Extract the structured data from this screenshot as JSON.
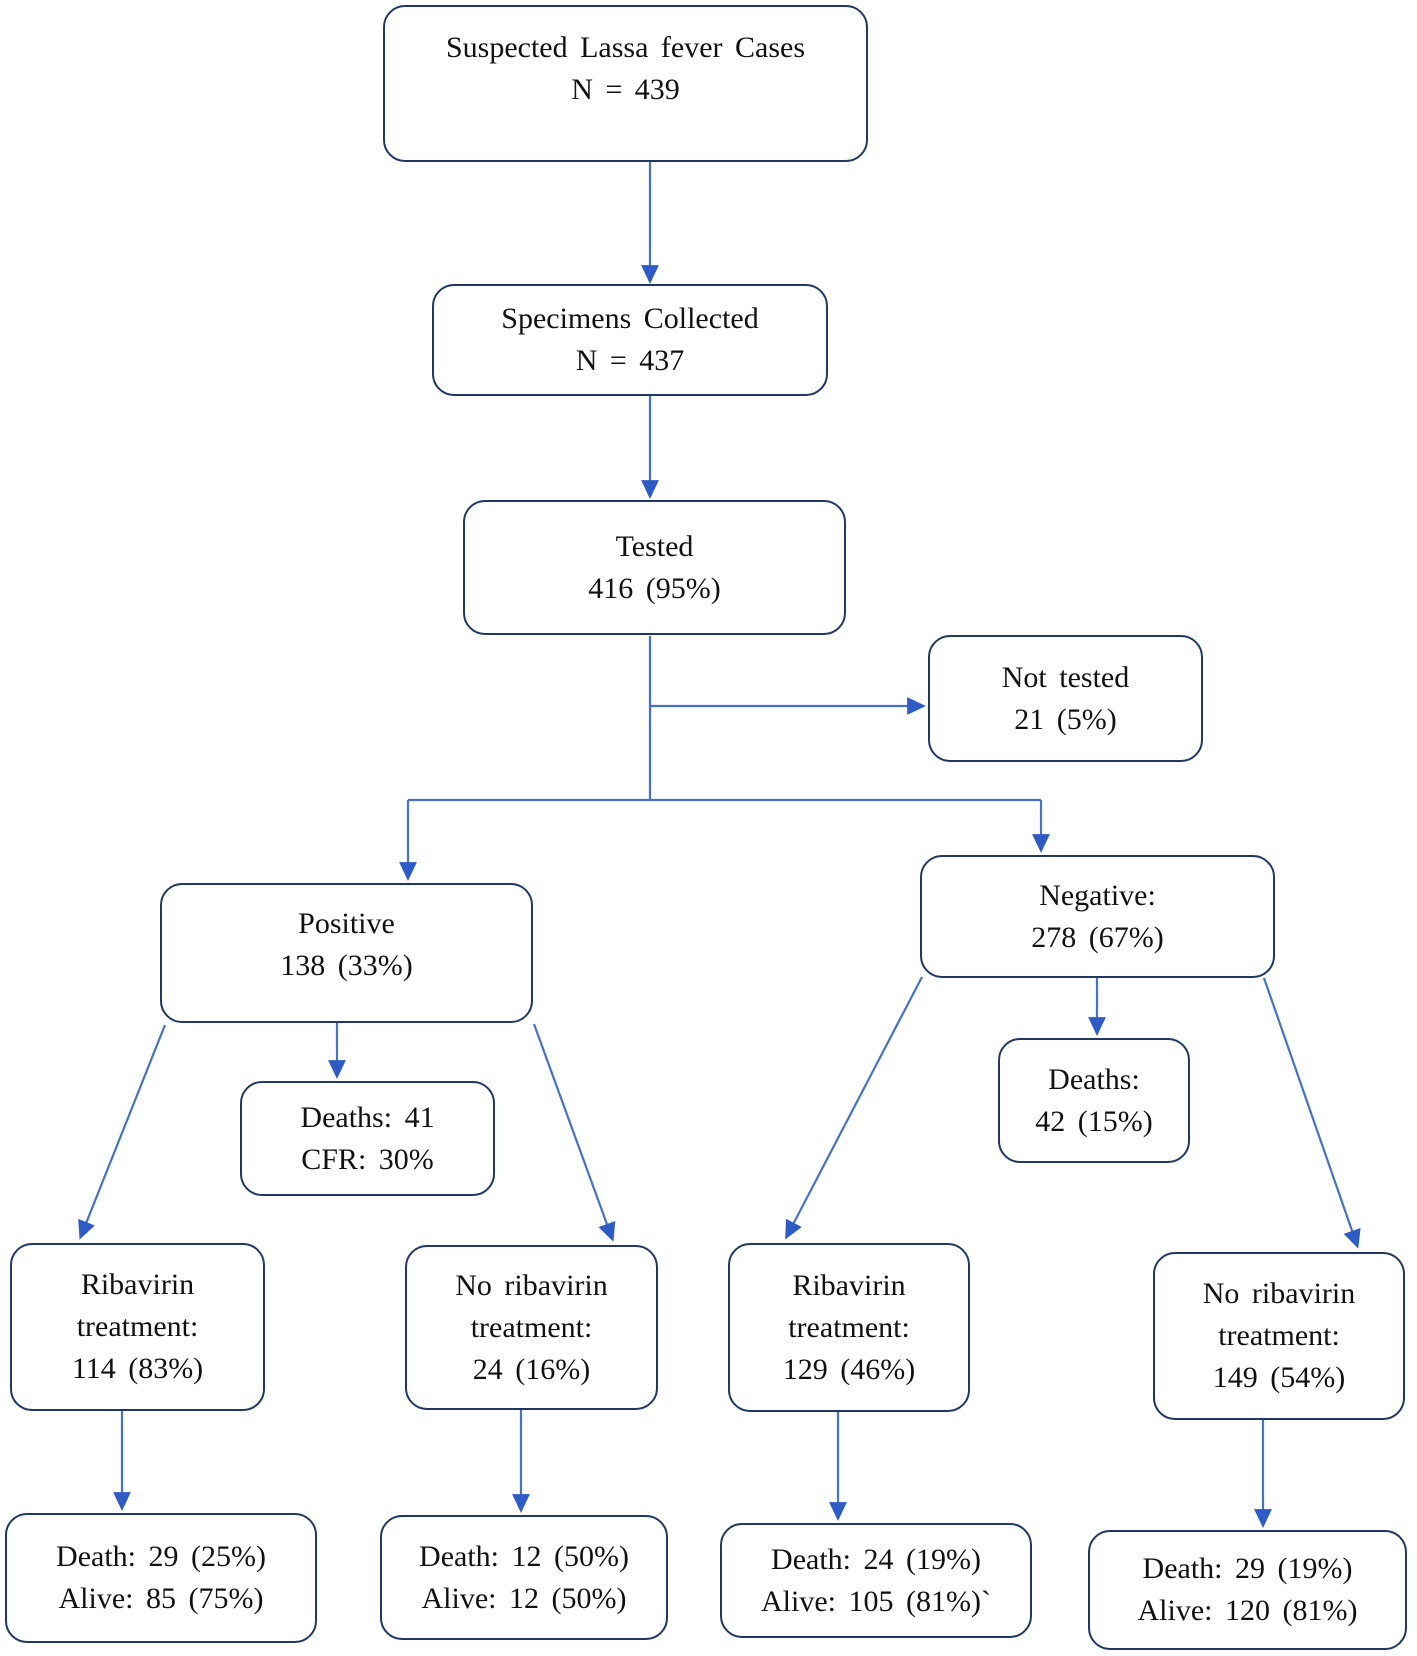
{
  "diagram": {
    "kind": "flowchart",
    "colors": {
      "box_border": "#1F3864",
      "connector": "#4472C4",
      "arrowhead": "#2F5BC4",
      "text": "#111111",
      "background": "#FFFFFF"
    },
    "nodes": {
      "suspected": {
        "lines": [
          "Suspected Lassa fever Cases",
          "N = 439"
        ]
      },
      "specimens": {
        "lines": [
          "Specimens Collected",
          "N = 437"
        ]
      },
      "tested": {
        "lines": [
          "Tested",
          "416 (95%)"
        ]
      },
      "not_tested": {
        "lines": [
          "Not tested",
          "21 (5%)"
        ]
      },
      "positive": {
        "lines": [
          "Positive",
          "138 (33%)"
        ]
      },
      "negative": {
        "lines": [
          "Negative:",
          "278 (67%)"
        ]
      },
      "positive_deaths": {
        "lines": [
          "Deaths: 41",
          "CFR: 30%"
        ]
      },
      "negative_deaths": {
        "lines": [
          "Deaths:",
          "42 (15%)"
        ]
      },
      "pos_ribavirin": {
        "lines": [
          "Ribavirin",
          "treatment:",
          "114 (83%)"
        ]
      },
      "pos_no_ribavirin": {
        "lines": [
          "No ribavirin",
          "treatment:",
          "24 (16%)"
        ]
      },
      "neg_ribavirin": {
        "lines": [
          "Ribavirin",
          "treatment:",
          "129 (46%)"
        ]
      },
      "neg_no_ribavirin": {
        "lines": [
          "No ribavirin",
          "treatment:",
          "149 (54%)"
        ]
      },
      "pos_riba_outcome": {
        "lines": [
          "Death: 29 (25%)",
          "Alive: 85 (75%)"
        ]
      },
      "pos_noriba_outcome": {
        "lines": [
          "Death: 12 (50%)",
          "Alive: 12 (50%)"
        ]
      },
      "neg_riba_outcome": {
        "lines": [
          "Death: 24 (19%)",
          "Alive: 105 (81%)`"
        ]
      },
      "neg_noriba_outcome": {
        "lines": [
          "Death: 29 (19%)",
          "Alive: 120 (81%)"
        ]
      }
    },
    "edges": [
      {
        "from": "suspected",
        "to": "specimens"
      },
      {
        "from": "specimens",
        "to": "tested"
      },
      {
        "from": "tested",
        "to": "not_tested"
      },
      {
        "from": "tested",
        "to": "positive"
      },
      {
        "from": "tested",
        "to": "negative"
      },
      {
        "from": "positive",
        "to": "positive_deaths"
      },
      {
        "from": "positive",
        "to": "pos_ribavirin"
      },
      {
        "from": "positive",
        "to": "pos_no_ribavirin"
      },
      {
        "from": "negative",
        "to": "negative_deaths"
      },
      {
        "from": "negative",
        "to": "neg_ribavirin"
      },
      {
        "from": "negative",
        "to": "neg_no_ribavirin"
      },
      {
        "from": "pos_ribavirin",
        "to": "pos_riba_outcome"
      },
      {
        "from": "pos_no_ribavirin",
        "to": "pos_noriba_outcome"
      },
      {
        "from": "neg_ribavirin",
        "to": "neg_riba_outcome"
      },
      {
        "from": "neg_no_ribavirin",
        "to": "neg_noriba_outcome"
      }
    ]
  }
}
